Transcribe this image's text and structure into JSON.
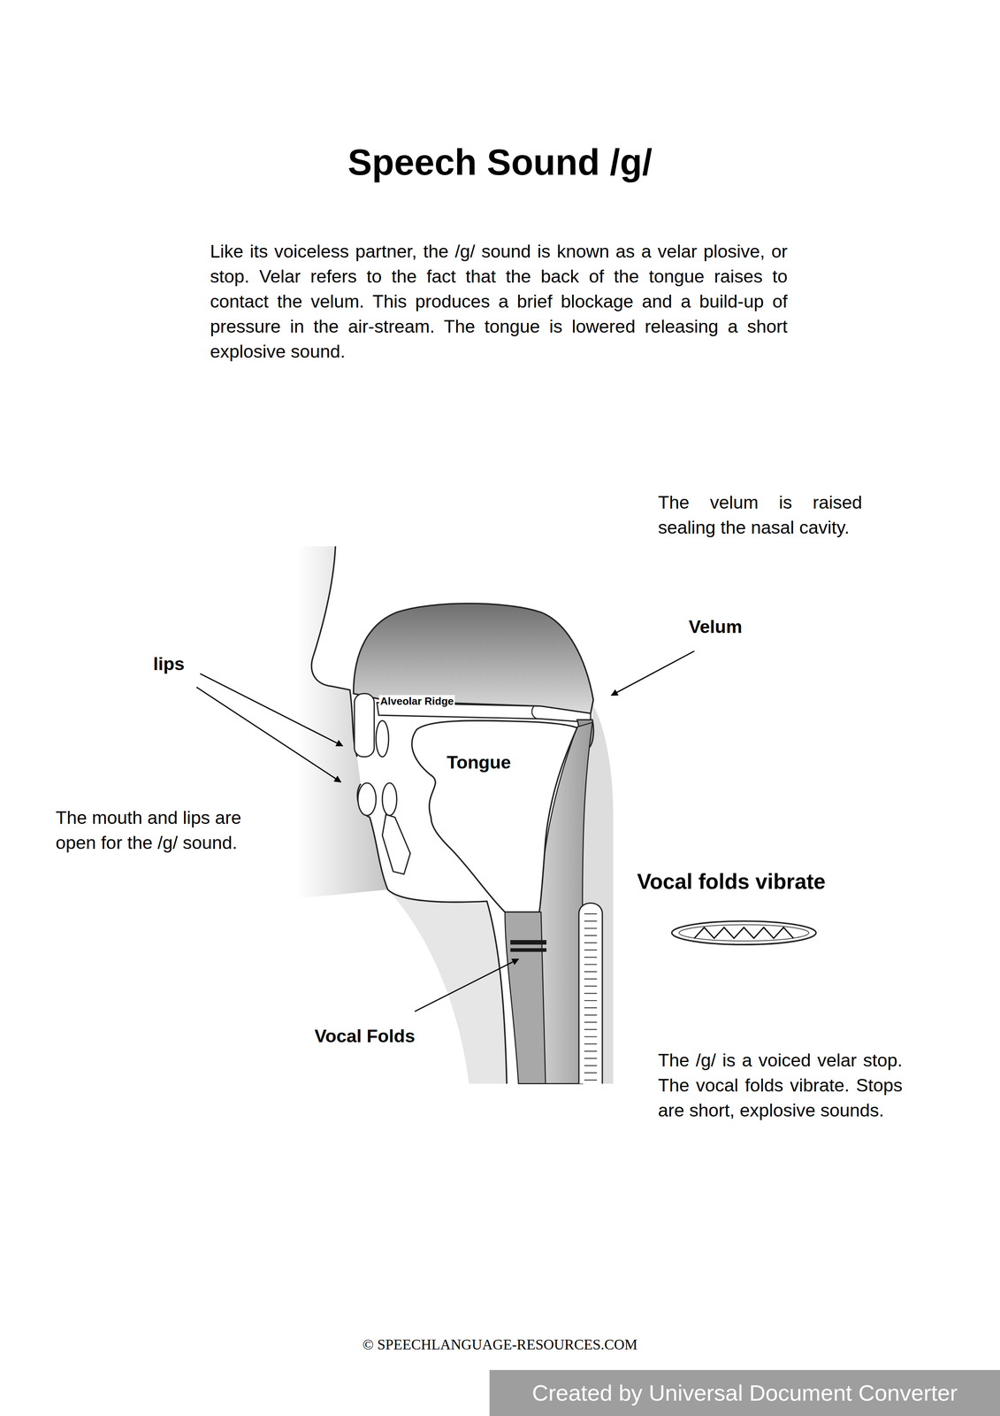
{
  "diagram": {
    "title": "Speech Sound /g/",
    "labels": [
      "Like its voiceless partner, the /g/ sound is known as a velar plosive, or stop. Velar refers to the fact that the back of the tongue raises to contact the velum. This produces a brief blockage and a build-up of pressure in the air-stream. The tongue is lowered releasing a short explosive sound.",
      "The velum is raised sealing the nasal cavity.",
      "Velum",
      "lips",
      "Alveolar Ridge",
      "Tongue",
      "The mouth and lips are open for the /g/ sound.",
      "Vocal folds vibrate",
      "Vocal Folds",
      "The /g/ is a voiced velar stop. The vocal folds vibrate. Stops are short, explosive sounds.",
      "© SPEECHLANGUAGE-RESOURCES.COM",
      "Created by Universal Document Converter"
    ]
  }
}
